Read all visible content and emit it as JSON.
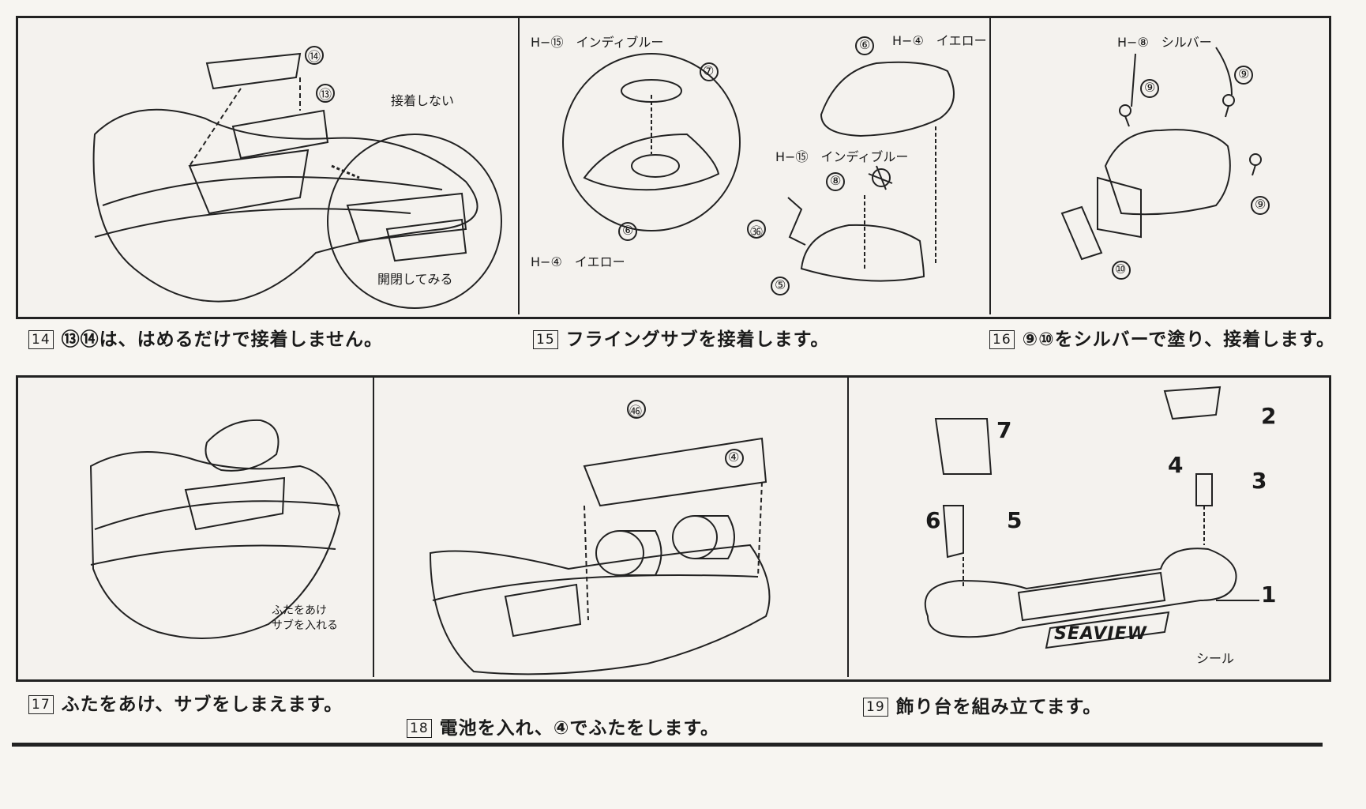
{
  "steps": [
    {
      "num": "14",
      "text": "⑬⑭は、はめるだけで接着しません。",
      "labels": {
        "part14": "⑭",
        "part13": "⑬",
        "no_glue": "接着しない",
        "open_close": "開閉してみる"
      }
    },
    {
      "num": "15",
      "text": "フライングサブを接着します。",
      "labels": {
        "h15_top": "H−⑮　インディブルー",
        "part7": "⑦",
        "part6a": "⑥",
        "h4_bottom": "H−④　イエロー",
        "part6b": "⑥",
        "h4_top": "H−④　イエロー",
        "h15_mid": "H−⑮　インディブルー",
        "part8": "⑧",
        "part36": "㊱",
        "part5": "⑤"
      }
    },
    {
      "num": "16",
      "text": "⑨⑩をシルバーで塗り、接着します。",
      "labels": {
        "h8": "H−⑧　シルバー",
        "part9a": "⑨",
        "part9b": "⑨",
        "part9c": "⑨",
        "part10": "⑩"
      }
    },
    {
      "num": "17",
      "text": "ふたをあけ、サブをしまえます。",
      "labels": {
        "note_line1": "ふたをあけ",
        "note_line2": "サブを入れる"
      }
    },
    {
      "num": "18",
      "text": "電池を入れ、④でふたをします。",
      "labels": {
        "part46": "㊻",
        "part4": "④"
      }
    },
    {
      "num": "19",
      "text": "飾り台を組み立てます。",
      "labels": {
        "p1": "1",
        "p2": "2",
        "p3": "3",
        "p4": "4",
        "p5": "5",
        "p6": "6",
        "p7": "7",
        "seal": "シール",
        "logo": "SEAVIEW"
      }
    }
  ]
}
